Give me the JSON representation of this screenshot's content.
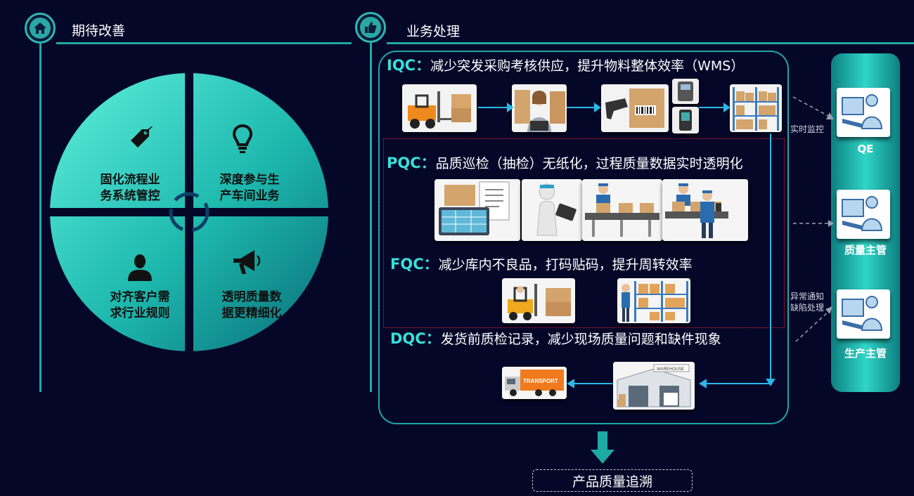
{
  "left_section": {
    "title": "期待改善",
    "quadrants": [
      {
        "text": "固化流程业\n务系统管控",
        "icon": "tag-icon"
      },
      {
        "text": "深度参与生\n产车间业务",
        "icon": "lightbulb-icon"
      },
      {
        "text": "对齐客户需\n求行业规则",
        "icon": "user-icon"
      },
      {
        "text": "透明质量数\n据更精细化",
        "icon": "megaphone-icon"
      }
    ]
  },
  "right_section": {
    "title": "业务处理",
    "iqc": {
      "code": "IQC：",
      "desc": "减少突发采购考核供应，提升物料整体效率（WMS）"
    },
    "pqc": {
      "code": "PQC：",
      "desc": "品质巡检（抽检）无纸化，过程质量数据实时透明化"
    },
    "fqc": {
      "code": "FQC：",
      "desc": "减少库内不良品，打码贴码，提升周转效率"
    },
    "dqc": {
      "code": "DQC：",
      "desc": "发货前质检记录，减少现场质量问题和缺件现象"
    },
    "transport_label": "TRANSPORT",
    "warehouse_label": "WAREHOUSE"
  },
  "monitor_labels": {
    "realtime": "实时监控",
    "exception_line1": "异常通知",
    "exception_line2": "缺陷处理"
  },
  "roles": [
    {
      "label": "QE"
    },
    {
      "label": "质量主管"
    },
    {
      "label": "生产主管"
    }
  ],
  "footer": {
    "trace": "产品质量追溯"
  },
  "colors": {
    "background": "#050729",
    "accent": "#1fa9a4",
    "teal_light": "#37e0d8"
  }
}
